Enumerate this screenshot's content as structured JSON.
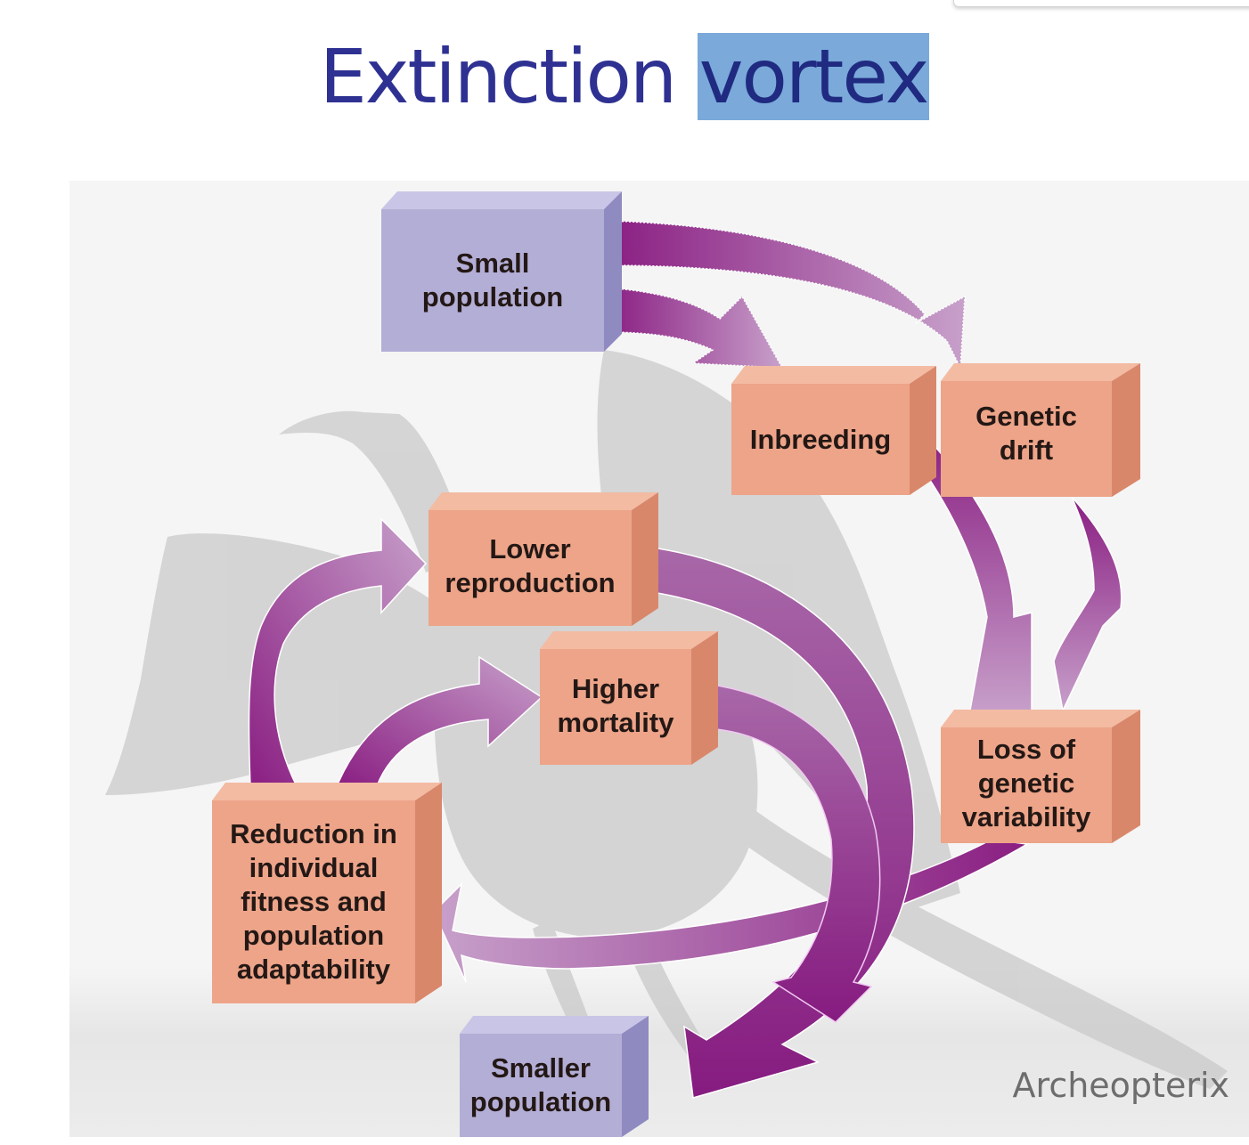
{
  "title": {
    "text_plain": "Extinction ",
    "text_highlighted": "vortex"
  },
  "diagram": {
    "caption": "Archeopterix",
    "background_image": "archaeopteryx-silhouette",
    "colors": {
      "start_end_box": "#b3aed6",
      "step_box": "#eda489",
      "arrow_dark": "#8a1e82",
      "arrow_light": "#c29ac6",
      "title": "#2e3192",
      "title_highlight": "#7aa9da"
    },
    "nodes": {
      "small_population": "Small\npopulation",
      "inbreeding": "Inbreeding",
      "genetic_drift": "Genetic\ndrift",
      "lower_reproduction": "Lower\nreproduction",
      "higher_mortality": "Higher\nmortality",
      "loss_of_genetic_variability": "Loss of\ngenetic\nvariability",
      "reduction_in_fitness": "Reduction in\nindividual\nfitness and\npopulation\nadaptability",
      "smaller_population": "Smaller\npopulation"
    },
    "edges": [
      {
        "from": "Small population",
        "to": "Inbreeding"
      },
      {
        "from": "Small population",
        "to": "Genetic drift"
      },
      {
        "from": "Inbreeding",
        "to": "Loss of genetic variability"
      },
      {
        "from": "Genetic drift",
        "to": "Loss of genetic variability"
      },
      {
        "from": "Loss of genetic variability",
        "to": "Reduction in individual fitness and population adaptability"
      },
      {
        "from": "Reduction in individual fitness and population adaptability",
        "to": "Lower reproduction"
      },
      {
        "from": "Reduction in individual fitness and population adaptability",
        "to": "Higher mortality"
      },
      {
        "from": "Lower reproduction",
        "to": "Smaller population"
      },
      {
        "from": "Higher mortality",
        "to": "Smaller population"
      }
    ]
  }
}
